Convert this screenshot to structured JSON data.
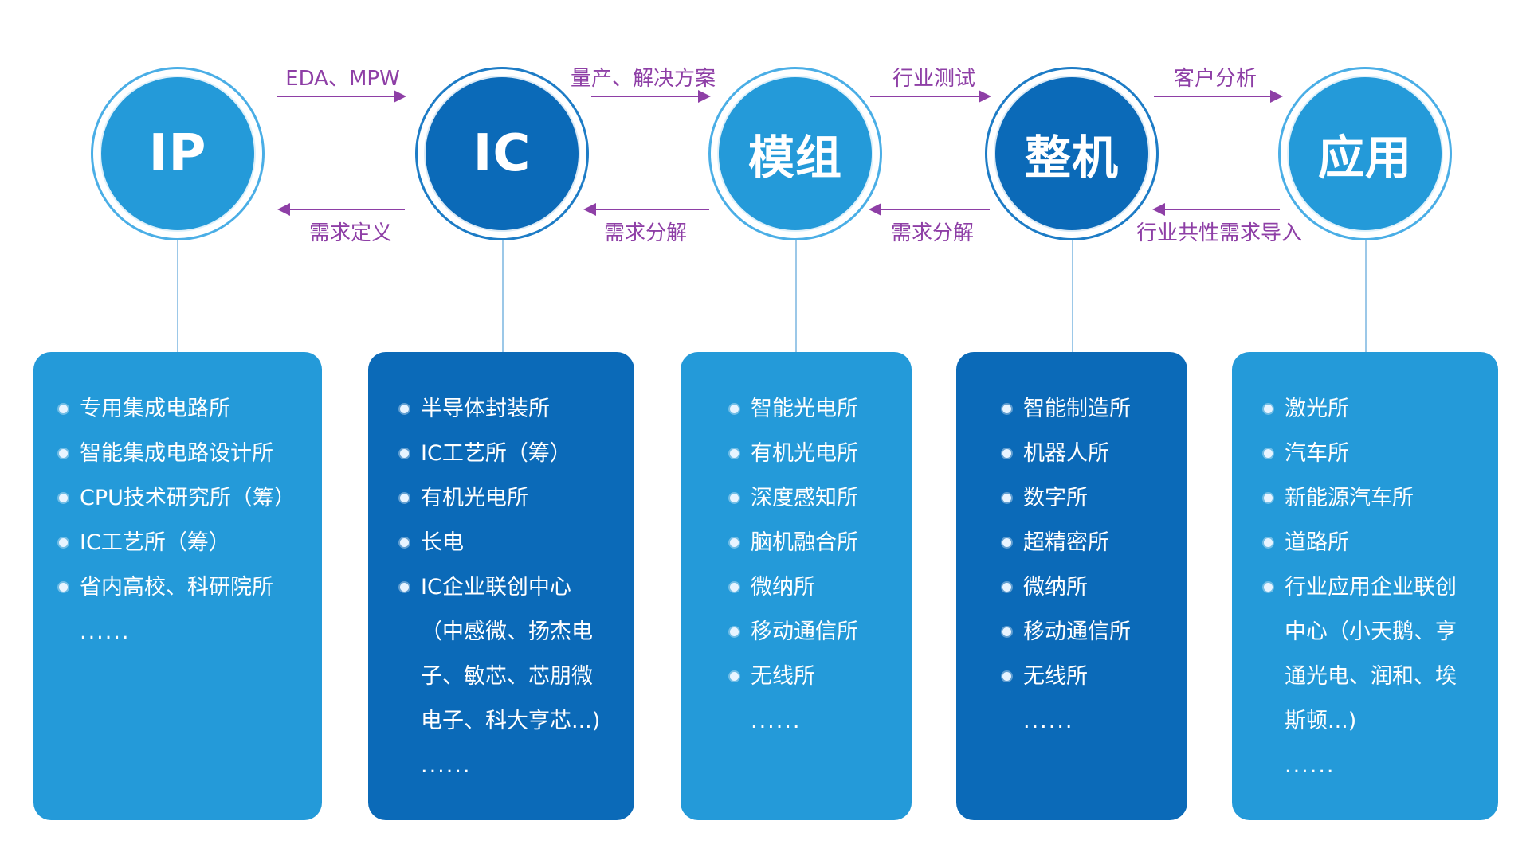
{
  "nodes": [
    {
      "label": "IP"
    },
    {
      "label": "IC"
    },
    {
      "label": "模组"
    },
    {
      "label": "整机"
    },
    {
      "label": "应用"
    }
  ],
  "forward_labels": [
    "EDA、MPW",
    "量产、解决方案",
    "行业测试",
    "客户分析"
  ],
  "backward_labels": [
    "需求定义",
    "需求分解",
    "需求分解",
    "行业共性需求导入"
  ],
  "cards": [
    {
      "items": [
        "专用集成电路所",
        "智能集成电路设计所",
        "CPU技术研究所（筹）",
        "IC工艺所（筹）",
        "省内高校、科研院所"
      ],
      "more": "......"
    },
    {
      "items": [
        "半导体封装所",
        "IC工艺所（筹）",
        "有机光电所",
        "长电",
        "IC企业联创中心"
      ],
      "continuation": [
        "（中感微、扬杰电",
        "子、敏芯、芯朋微",
        "电子、科大亨芯...)"
      ],
      "more": "......"
    },
    {
      "items": [
        "智能光电所",
        "有机光电所",
        "深度感知所",
        "脑机融合所",
        "微纳所",
        "移动通信所",
        "无线所"
      ],
      "more": "......"
    },
    {
      "items": [
        "智能制造所",
        "机器人所",
        "数字所",
        "超精密所",
        "微纳所",
        "移动通信所",
        "无线所"
      ],
      "more": "......"
    },
    {
      "items": [
        "激光所",
        "汽车所",
        "新能源汽车所",
        "道路所",
        "行业应用企业联创"
      ],
      "continuation": [
        "中心（小天鹅、亨",
        "通光电、润和、埃",
        "斯顿...)"
      ],
      "more": "......"
    }
  ],
  "colors": {
    "light": "#249ad9",
    "dark": "#0b6ab8",
    "arrow": "#8e3fa6"
  }
}
